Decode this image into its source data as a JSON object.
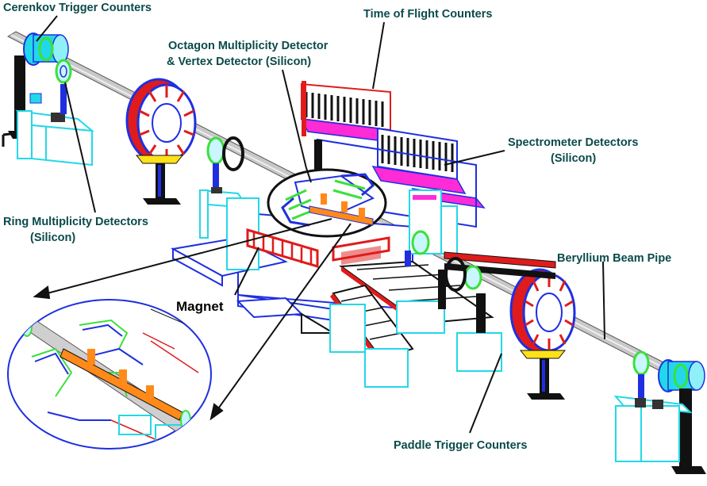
{
  "labels": {
    "cerenkov": "Cerenkov Trigger Counters",
    "tof": "Time of Flight Counters",
    "octagon_1": "Octagon Multiplicity Detector",
    "octagon_2": "& Vertex Detector (Silicon)",
    "spectrometer_1": "Spectrometer Detectors",
    "spectrometer_2": "(Silicon)",
    "ring_1": "Ring Multiplicity Detectors",
    "ring_2": "(Silicon)",
    "beryllium": "Beryllium Beam Pipe",
    "magnet": "Magnet",
    "paddle": "Paddle Trigger Counters"
  },
  "colors": {
    "label_text": "#0b4a4a",
    "cyan": "#22d8e8",
    "blue": "#1f2fe0",
    "red": "#e01b1b",
    "magenta": "#ff2bd6",
    "green": "#3be03b",
    "orange": "#ff8a1a",
    "yellow": "#ffe11a",
    "pipe": "#bdbdbd"
  }
}
